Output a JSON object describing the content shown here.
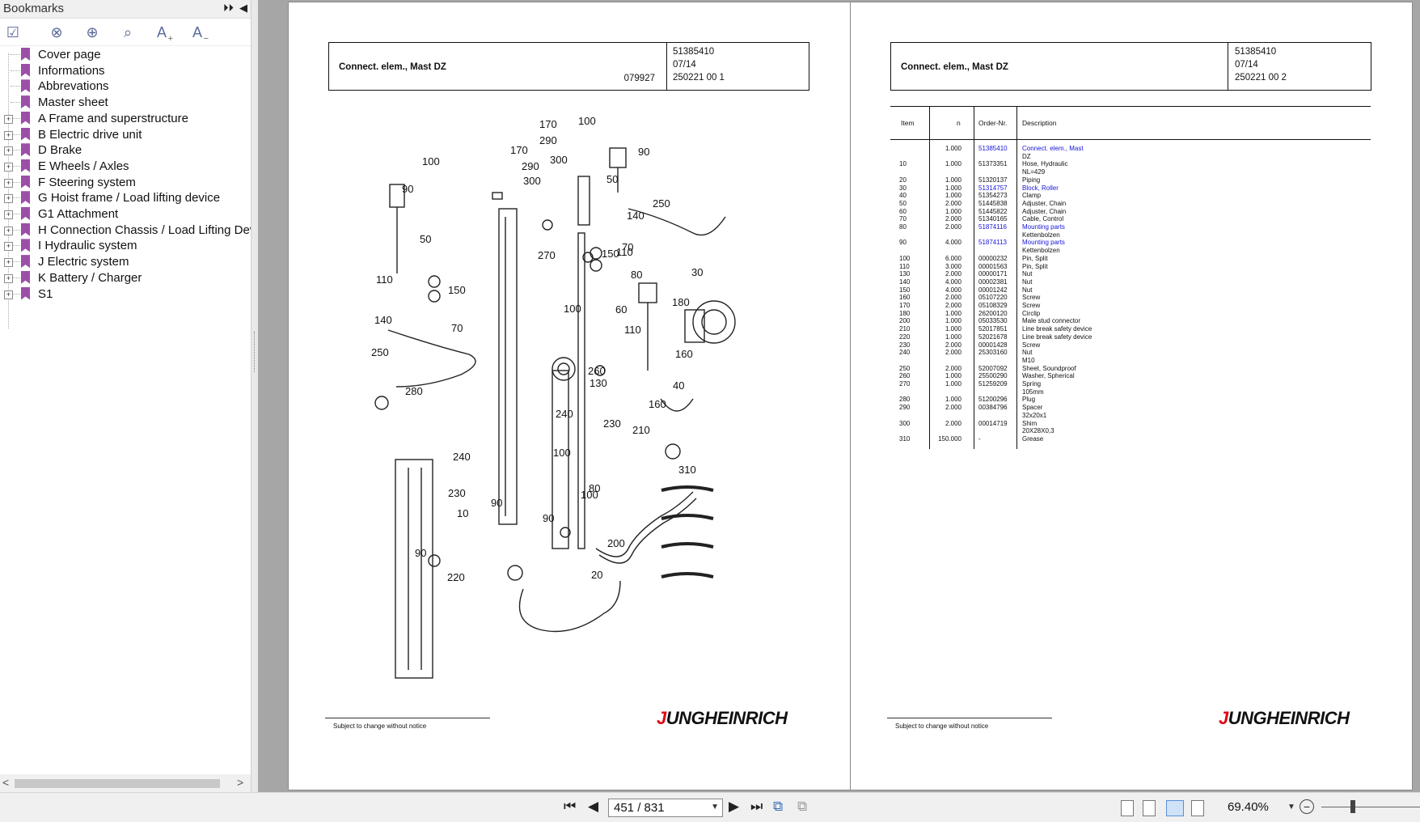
{
  "bookmarks_panel": {
    "title": "Bookmarks",
    "expand_all_label": "⏵⏵",
    "collapse_label": "◀",
    "toolbar": [
      {
        "icon": "bookmark-options-icon",
        "glyph": "☑"
      },
      {
        "icon": "delete-bookmark-icon",
        "glyph": "⊗"
      },
      {
        "icon": "add-bookmark-icon",
        "glyph": "⊕"
      },
      {
        "icon": "find-bookmark-icon",
        "glyph": "⌕"
      },
      {
        "icon": "increase-text-size-icon",
        "glyph": "A"
      },
      {
        "icon": "decrease-text-size-icon",
        "glyph": "A"
      }
    ],
    "items": [
      {
        "label": "Cover page",
        "expandable": false
      },
      {
        "label": "Informations",
        "expandable": false
      },
      {
        "label": "Abbrevations",
        "expandable": false
      },
      {
        "label": "Master sheet",
        "expandable": false
      },
      {
        "label": "A Frame and superstructure",
        "expandable": true
      },
      {
        "label": "B Electric drive unit",
        "expandable": true
      },
      {
        "label": "D Brake",
        "expandable": true
      },
      {
        "label": "E Wheels / Axles",
        "expandable": true
      },
      {
        "label": "F Steering system",
        "expandable": true
      },
      {
        "label": "G Hoist frame / Load lifting device",
        "expandable": true
      },
      {
        "label": "G1 Attachment",
        "expandable": true
      },
      {
        "label": "H Connection Chassis / Load Lifting Devi",
        "expandable": true
      },
      {
        "label": "I Hydraulic system",
        "expandable": true
      },
      {
        "label": "J Electric system",
        "expandable": true
      },
      {
        "label": "K Battery / Charger",
        "expandable": true
      },
      {
        "label": "S1",
        "expandable": true
      }
    ]
  },
  "left_page": {
    "title": "Connect. elem., Mast DZ",
    "figure_no": "079927",
    "header_lines": [
      "51385410",
      "07/14",
      "250221 00 1"
    ],
    "footer_note": "Subject to change without notice",
    "brand": "JUNGHEINRICH",
    "callouts": [
      "170",
      "100",
      "290",
      "300",
      "90",
      "170",
      "290",
      "300",
      "100",
      "90",
      "50",
      "50",
      "110",
      "250",
      "140",
      "70",
      "270",
      "150",
      "30",
      "110",
      "150",
      "80",
      "100",
      "140",
      "70",
      "180",
      "60",
      "250",
      "110",
      "160",
      "260",
      "130",
      "40",
      "160",
      "280",
      "240",
      "230",
      "210",
      "240",
      "230",
      "100",
      "90",
      "310",
      "100",
      "80",
      "90",
      "90",
      "10",
      "200",
      "220",
      "20"
    ]
  },
  "right_page": {
    "title": "Connect. elem., Mast DZ",
    "header_lines": [
      "51385410",
      "07/14",
      "250221 00 2"
    ],
    "columns": {
      "item": "Item",
      "qty": "n",
      "order": "Order-Nr.",
      "desc": "Description"
    },
    "rows": [
      {
        "item": "",
        "qty": "1.000",
        "order": "51385410",
        "desc": "Connect. elem., Mast",
        "link": true
      },
      {
        "item": "",
        "qty": "",
        "order": "",
        "desc": "DZ",
        "link": false
      },
      {
        "item": "10",
        "qty": "1.000",
        "order": "51373351",
        "desc": "Hose, Hydraulic",
        "link": false
      },
      {
        "item": "",
        "qty": "",
        "order": "",
        "desc": "NL=429",
        "link": false
      },
      {
        "item": "20",
        "qty": "1.000",
        "order": "51320137",
        "desc": "Piping",
        "link": false
      },
      {
        "item": "30",
        "qty": "1.000",
        "order": "51314757",
        "desc": "Block, Roller",
        "link": true
      },
      {
        "item": "40",
        "qty": "1.000",
        "order": "51354273",
        "desc": "Clamp",
        "link": false
      },
      {
        "item": "50",
        "qty": "2.000",
        "order": "51445838",
        "desc": "Adjuster, Chain",
        "link": false
      },
      {
        "item": "60",
        "qty": "1.000",
        "order": "51445822",
        "desc": "Adjuster, Chain",
        "link": false
      },
      {
        "item": "70",
        "qty": "2.000",
        "order": "51340165",
        "desc": "Cable, Control",
        "link": false
      },
      {
        "item": "80",
        "qty": "2.000",
        "order": "51874116",
        "desc": "Mounting parts",
        "link": true
      },
      {
        "item": "",
        "qty": "",
        "order": "",
        "desc": "Kettenbolzen",
        "link": false
      },
      {
        "item": "90",
        "qty": "4.000",
        "order": "51874113",
        "desc": "Mounting parts",
        "link": true
      },
      {
        "item": "",
        "qty": "",
        "order": "",
        "desc": "Kettenbolzen",
        "link": false
      },
      {
        "item": "100",
        "qty": "6.000",
        "order": "00000232",
        "desc": "Pin, Split",
        "link": false
      },
      {
        "item": "110",
        "qty": "3.000",
        "order": "00001563",
        "desc": "Pin, Split",
        "link": false
      },
      {
        "item": "130",
        "qty": "2.000",
        "order": "00000171",
        "desc": "Nut",
        "link": false
      },
      {
        "item": "140",
        "qty": "4.000",
        "order": "00002381",
        "desc": "Nut",
        "link": false
      },
      {
        "item": "150",
        "qty": "4.000",
        "order": "00001242",
        "desc": "Nut",
        "link": false
      },
      {
        "item": "160",
        "qty": "2.000",
        "order": "05107220",
        "desc": "Screw",
        "link": false
      },
      {
        "item": "170",
        "qty": "2.000",
        "order": "05108329",
        "desc": "Screw",
        "link": false
      },
      {
        "item": "180",
        "qty": "1.000",
        "order": "26200120",
        "desc": "Circlip",
        "link": false
      },
      {
        "item": "200",
        "qty": "1.000",
        "order": "05033530",
        "desc": "Male stud connector",
        "link": false
      },
      {
        "item": "210",
        "qty": "1.000",
        "order": "52017851",
        "desc": "Line break safety device",
        "link": false
      },
      {
        "item": "220",
        "qty": "1.000",
        "order": "52021678",
        "desc": "Line break safety device",
        "link": false
      },
      {
        "item": "230",
        "qty": "2.000",
        "order": "00001428",
        "desc": "Screw",
        "link": false
      },
      {
        "item": "240",
        "qty": "2.000",
        "order": "25303160",
        "desc": "Nut",
        "link": false
      },
      {
        "item": "",
        "qty": "",
        "order": "",
        "desc": "M10",
        "link": false
      },
      {
        "item": "250",
        "qty": "2.000",
        "order": "52007092",
        "desc": "Sheet, Soundproof",
        "link": false
      },
      {
        "item": "260",
        "qty": "1.000",
        "order": "25500290",
        "desc": "Washer, Spherical",
        "link": false
      },
      {
        "item": "270",
        "qty": "1.000",
        "order": "51259209",
        "desc": "Spring",
        "link": false
      },
      {
        "item": "",
        "qty": "",
        "order": "",
        "desc": "105mm",
        "link": false
      },
      {
        "item": "280",
        "qty": "1.000",
        "order": "51200296",
        "desc": "Plug",
        "link": false
      },
      {
        "item": "290",
        "qty": "2.000",
        "order": "00384796",
        "desc": "Spacer",
        "link": false
      },
      {
        "item": "",
        "qty": "",
        "order": "",
        "desc": "32x20x1",
        "link": false
      },
      {
        "item": "300",
        "qty": "2.000",
        "order": "00014719",
        "desc": "Shim",
        "link": false
      },
      {
        "item": "",
        "qty": "",
        "order": "",
        "desc": "20X28X0,3",
        "link": false
      },
      {
        "item": "310",
        "qty": "150.000",
        "order": "-",
        "desc": "Grease",
        "link": false
      }
    ],
    "footer_note": "Subject to change without notice",
    "brand": "JUNGHEINRICH"
  },
  "bottom_bar": {
    "page_indicator": "451 / 831",
    "zoom": "69.40%"
  },
  "colors": {
    "link": "#1515d8",
    "bookmark_flag": "#9b4fa8",
    "brand_accent": "#e30613"
  }
}
